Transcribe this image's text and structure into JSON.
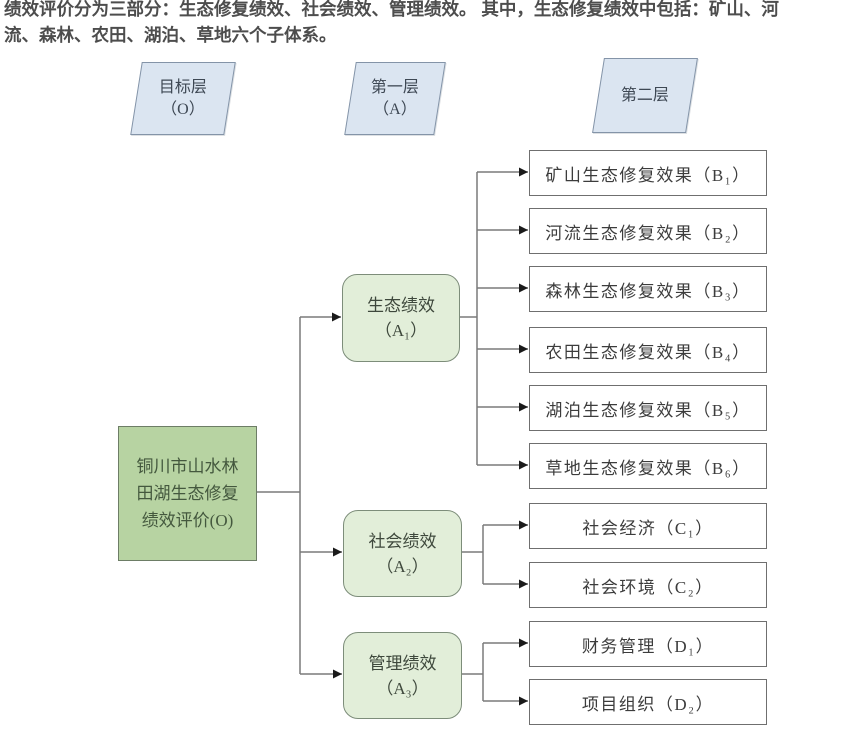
{
  "caption": {
    "line1": "绩效评价分为三部分：生态修复绩效、社会绩效、管理绩效。 其中，生态修复绩效中包括：矿山、河",
    "line2": "流、森林、农田、湖泊、草地六个子体系。"
  },
  "headers": {
    "target": {
      "line1": "目标层",
      "line2": "（O）"
    },
    "layer1": {
      "line1": "第一层",
      "line2": "（A）"
    },
    "layer2": {
      "line1": "第二层",
      "line2": ""
    }
  },
  "root": {
    "lines": [
      "铜川市山水林",
      "田湖生态修复",
      "绩效评价(O)"
    ]
  },
  "branches": [
    {
      "line1": "生态绩效",
      "line2": "（A₁）"
    },
    {
      "line1": "社会绩效",
      "line2": "（A₂）"
    },
    {
      "line1": "管理绩效",
      "line2": "（A₃）"
    }
  ],
  "leaves": {
    "b": [
      "矿山生态修复效果（B₁）",
      "河流生态修复效果（B₂）",
      "森林生态修复效果（B₃）",
      "农田生态修复效果（B₄）",
      "湖泊生态修复效果（B₅）",
      "草地生态修复效果（B₆）"
    ],
    "c": [
      "社会经济（C₁）",
      "社会环境（C₂）"
    ],
    "d": [
      "财务管理（D₁）",
      "项目组织（D₂）"
    ]
  },
  "colors": {
    "header_fill": "#dbe5f1",
    "header_border": "#8494a8",
    "root_fill": "#b7d3a2",
    "branch_fill": "#e2eed9",
    "leaf_border": "#6f6f6f",
    "line": "#7a7a7a",
    "arrowhead": "#1a1a1a"
  }
}
